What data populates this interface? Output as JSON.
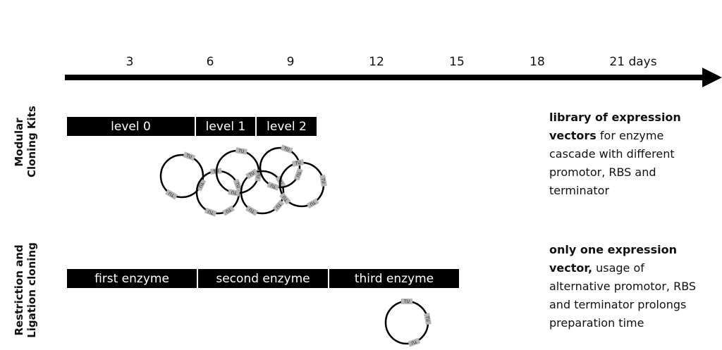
{
  "timeline": {
    "ticks": [
      "3",
      "6",
      "9",
      "12",
      "15",
      "18",
      "21 days"
    ]
  },
  "rows": {
    "modular": {
      "label_line1": "Modular",
      "label_line2": "Cloning Kits",
      "stages": [
        "level 0",
        "level 1",
        "level 2"
      ],
      "plasmid_label": "TU",
      "description_bold": "library of expression vectors",
      "description_rest": " for enzyme cascade with different promotor, RBS and terminator"
    },
    "restriction": {
      "label_line1": "Restriction and",
      "label_line2": "Ligation cloning",
      "stages": [
        "first enzyme",
        "second enzyme",
        "third enzyme"
      ],
      "plasmid_label": "TU",
      "description_bold": "only one expression vector,",
      "description_rest": " usage of alternative promotor, RBS and terminator prolongs preparation time"
    }
  },
  "colors": {
    "bar": "#000000",
    "bar_text": "#ffffff",
    "insert": "#b5b5b5"
  }
}
